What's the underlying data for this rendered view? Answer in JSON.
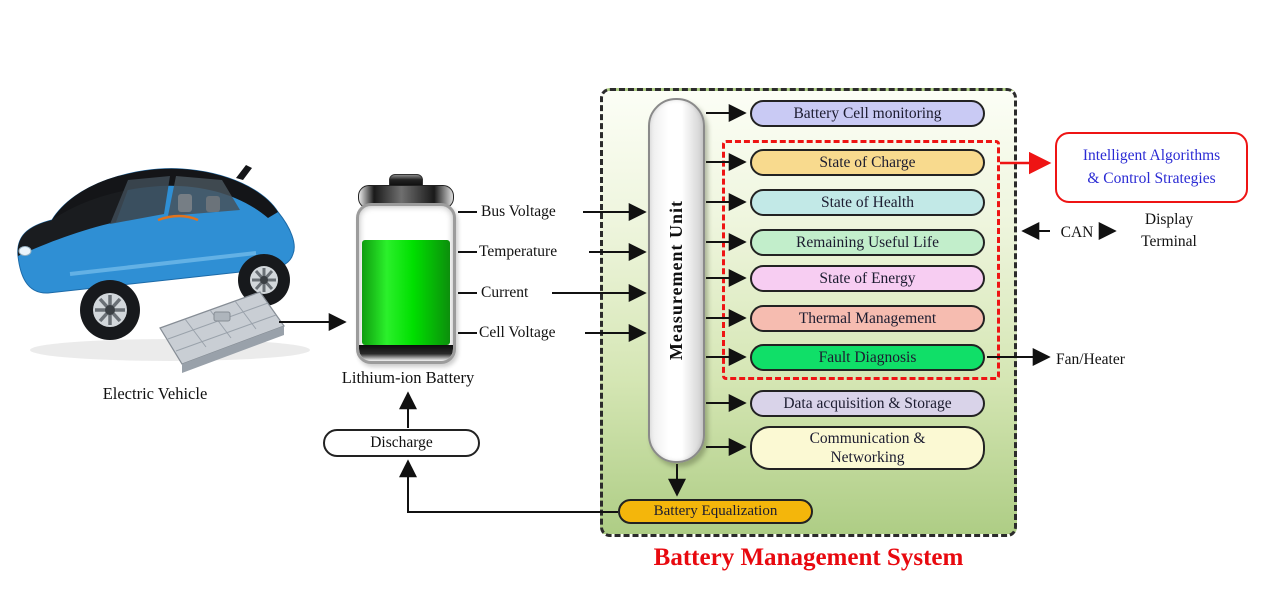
{
  "diagram": {
    "title": "Battery Management System",
    "title_color": "#e8090f"
  },
  "vehicle": {
    "label": "Electric Vehicle"
  },
  "battery": {
    "label": "Lithium-ion Battery",
    "fill_color": "#1edb1e"
  },
  "inputs": [
    {
      "label": "Bus Voltage"
    },
    {
      "label": "Temperature"
    },
    {
      "label": "Current"
    },
    {
      "label": "Cell Voltage"
    }
  ],
  "measurement_unit": {
    "label": "Measurement Unit"
  },
  "function_boxes": [
    {
      "label": "Battery Cell monitoring",
      "fill": "#c9caf4"
    },
    {
      "label": "State of Charge",
      "fill": "#f8da8e"
    },
    {
      "label": "State of Health",
      "fill": "#c2e9e7"
    },
    {
      "label": "Remaining Useful Life",
      "fill": "#c2eecb"
    },
    {
      "label": "State of Energy",
      "fill": "#f7cdf2"
    },
    {
      "label": "Thermal Management",
      "fill": "#f6bcb0"
    },
    {
      "label": "Fault Diagnosis",
      "fill": "#10df68"
    },
    {
      "label": "Data acquisition & Storage",
      "fill": "#d9d3e9"
    },
    {
      "label": "Communication &\nNetworking",
      "fill": "#fbf9d3"
    }
  ],
  "battery_equalization": {
    "label": "Battery Equalization",
    "fill": "#f4b60b"
  },
  "discharge": {
    "label": "Discharge"
  },
  "annotations": {
    "intelligent_algorithms": {
      "label": "Intelligent Algorithms\n& Control Strategies",
      "text_color": "#2b2bd4",
      "border_color": "#ee1414"
    },
    "can": {
      "label": "CAN"
    },
    "display_terminal": {
      "label": "Display\nTerminal"
    },
    "fan_heater": {
      "label": "Fan/Heater"
    }
  }
}
